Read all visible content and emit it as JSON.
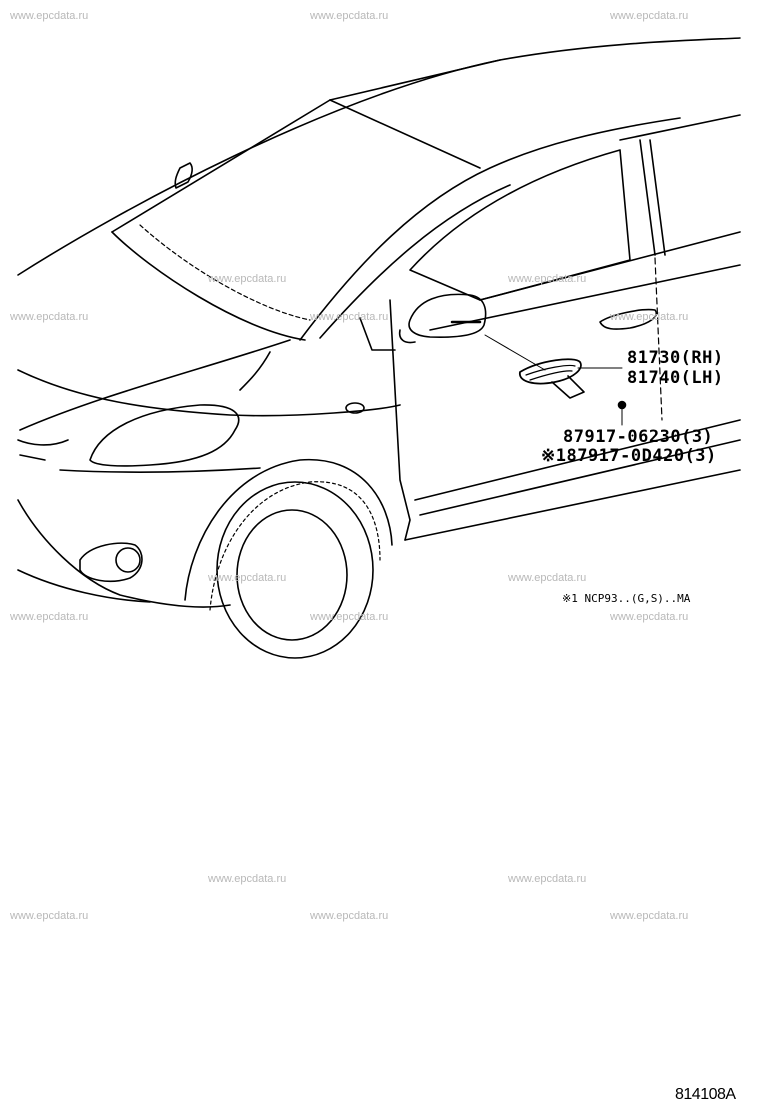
{
  "watermark_text": "www.epcdata.ru",
  "callouts": {
    "rh": "81730(RH)",
    "lh": "81740(LH)",
    "screw_std": "87917-06230(3)",
    "screw_alt": "※187917-0D420(3)"
  },
  "footnote": "※1 NCP93..(G,S)..MA",
  "illustration_code": "814108A"
}
